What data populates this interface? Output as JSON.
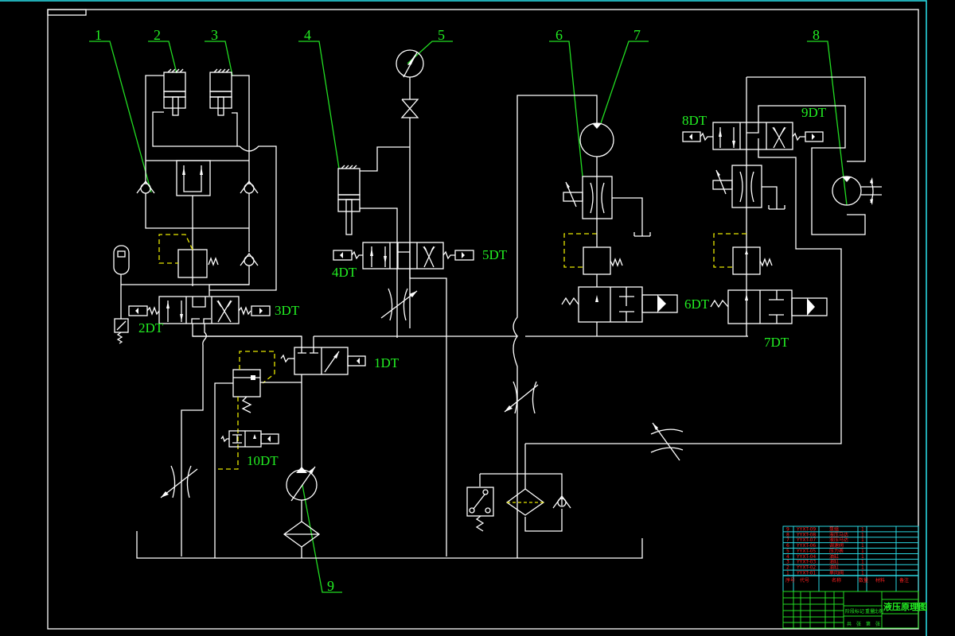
{
  "drawing": {
    "type": "hydraulic schematic",
    "background": "#000000",
    "colors": {
      "lines": "#ffffff",
      "labels": "#22ee22",
      "pilot_lines": "#e8e800",
      "frame": "#29d6e0",
      "parts_text": "#ff2020"
    }
  },
  "callouts": [
    "1",
    "2",
    "3",
    "4",
    "5",
    "6",
    "7",
    "8",
    "9"
  ],
  "solenoids": {
    "s1": "1DT",
    "s2": "2DT",
    "s3": "3DT",
    "s4": "4DT",
    "s5": "5DT",
    "s6": "6DT",
    "s7": "7DT",
    "s8": "8DT",
    "s9": "9DT",
    "s10": "10DT"
  },
  "title_block": {
    "parts_list": [
      {
        "no": "9",
        "code": "YYXT-09",
        "name": "泵组"
      },
      {
        "no": "8",
        "code": "YYXT-08",
        "name": "液压马达"
      },
      {
        "no": "7",
        "code": "YYXT-07",
        "name": "液压马达"
      },
      {
        "no": "6",
        "code": "YYXT-06",
        "name": "调速阀"
      },
      {
        "no": "5",
        "code": "YYXT-05",
        "name": "压力表"
      },
      {
        "no": "4",
        "code": "YYXT-04",
        "name": "油缸"
      },
      {
        "no": "3",
        "code": "YYXT-03",
        "name": "油缸"
      },
      {
        "no": "2",
        "code": "YYXT-02",
        "name": "油缸"
      },
      {
        "no": "1",
        "code": "YYXT-01",
        "name": "单向阀"
      }
    ],
    "header": {
      "no": "序号",
      "code": "代号",
      "name": "名称",
      "qty": "数量",
      "material": "材料",
      "note": "备注"
    },
    "drawing_title": "液压原理图",
    "scale_row": [
      "阶段标记",
      "重量",
      "比例"
    ],
    "sheet_row": [
      "共",
      "张",
      "第",
      "张"
    ]
  }
}
